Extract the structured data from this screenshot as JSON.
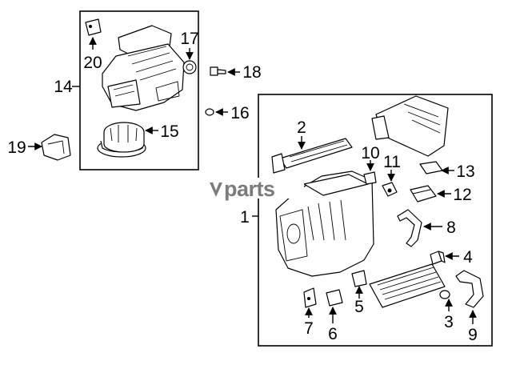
{
  "diagram": {
    "watermark": "parts",
    "callouts": {
      "c1": "1",
      "c2": "2",
      "c3": "3",
      "c4": "4",
      "c5": "5",
      "c6": "6",
      "c7": "7",
      "c8": "8",
      "c9": "9",
      "c10": "10",
      "c11": "11",
      "c12": "12",
      "c13": "13",
      "c14": "14",
      "c15": "15",
      "c16": "16",
      "c17": "17",
      "c18": "18",
      "c19": "19",
      "c20": "20"
    }
  }
}
